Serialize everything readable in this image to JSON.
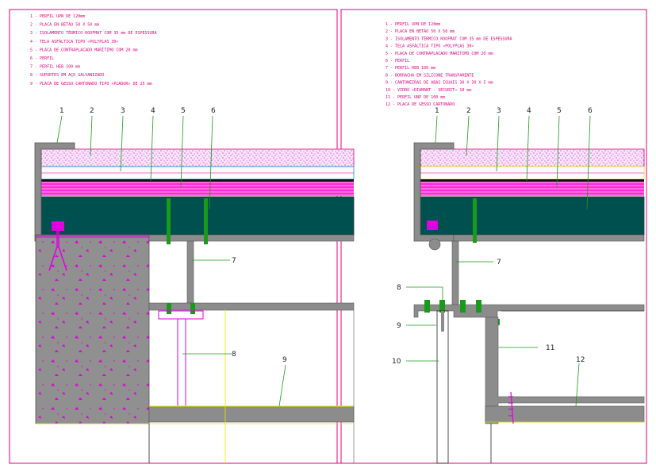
{
  "left_panel": {
    "legend": [
      "1 - PERFIL UPN DE 120mm",
      "2 - PLACA EN BETÃO 50 X 50 mm",
      "3 - ISOLAMENTO TÉRMICO ROOFMAT COM 35 mm DE ESPESSURA",
      "4 - TELA ASFÁLTICA TIPO «POLYPLAS 30»",
      "5 - PLACA DE CONTRAPLACADO MARÍTIMO COM 20 mm",
      "6 - PERFIL",
      "7 - PERFIL HEB 100 mm",
      "8 - SUPORTES EM AÇO GALVANIZADO",
      "9 - PLACA DE GESSO CARTONADO TIPO «PLADUR» DE 25 mm"
    ],
    "callouts": [
      "1",
      "2",
      "3",
      "4",
      "5",
      "6",
      "7",
      "8",
      "9"
    ]
  },
  "right_panel": {
    "legend": [
      "1 - PERFIL UPN DE 120mm",
      "2 - PLACA EN BETÃO 50 X 50 mm",
      "3 - ISOLAMENTO TÉRMICO ROOFMAT COM 35 mm DE ESPESSURA",
      "4 - TELA ASFÁLTICA TIPO «POLYPLAS 30»",
      "5 - PLACA DE CONTRAPLACADO MARÍTIMO COM 20 mm",
      "6 - PERFIL",
      "7 - PERFIL HEB 100 mm",
      "8 - BORRACHA EM SILICONE TRANSPARENTE",
      "9 - CANTONEIRAS DE ABAS IGUAIS 30 X 30 X 5 mm",
      "10 - VIDRO «DIAMANT - SECURIT» 10 mm",
      "11 - PERFIL UNP DE 100 mm",
      "12 - PLACA DE GESSO CARTONADO"
    ],
    "callouts": [
      "1",
      "2",
      "3",
      "4",
      "5",
      "6",
      "7",
      "8",
      "9",
      "10",
      "11",
      "12"
    ]
  },
  "colors": {
    "frame": "#e0007e",
    "steel": "#8c8c8c",
    "insulation": "#d400d4",
    "plywood": "#ff2bd6",
    "profile_fill": "#005050",
    "bolts": "#1a9a1a",
    "concrete": "#909090",
    "gypsum": "#f4f47a"
  }
}
